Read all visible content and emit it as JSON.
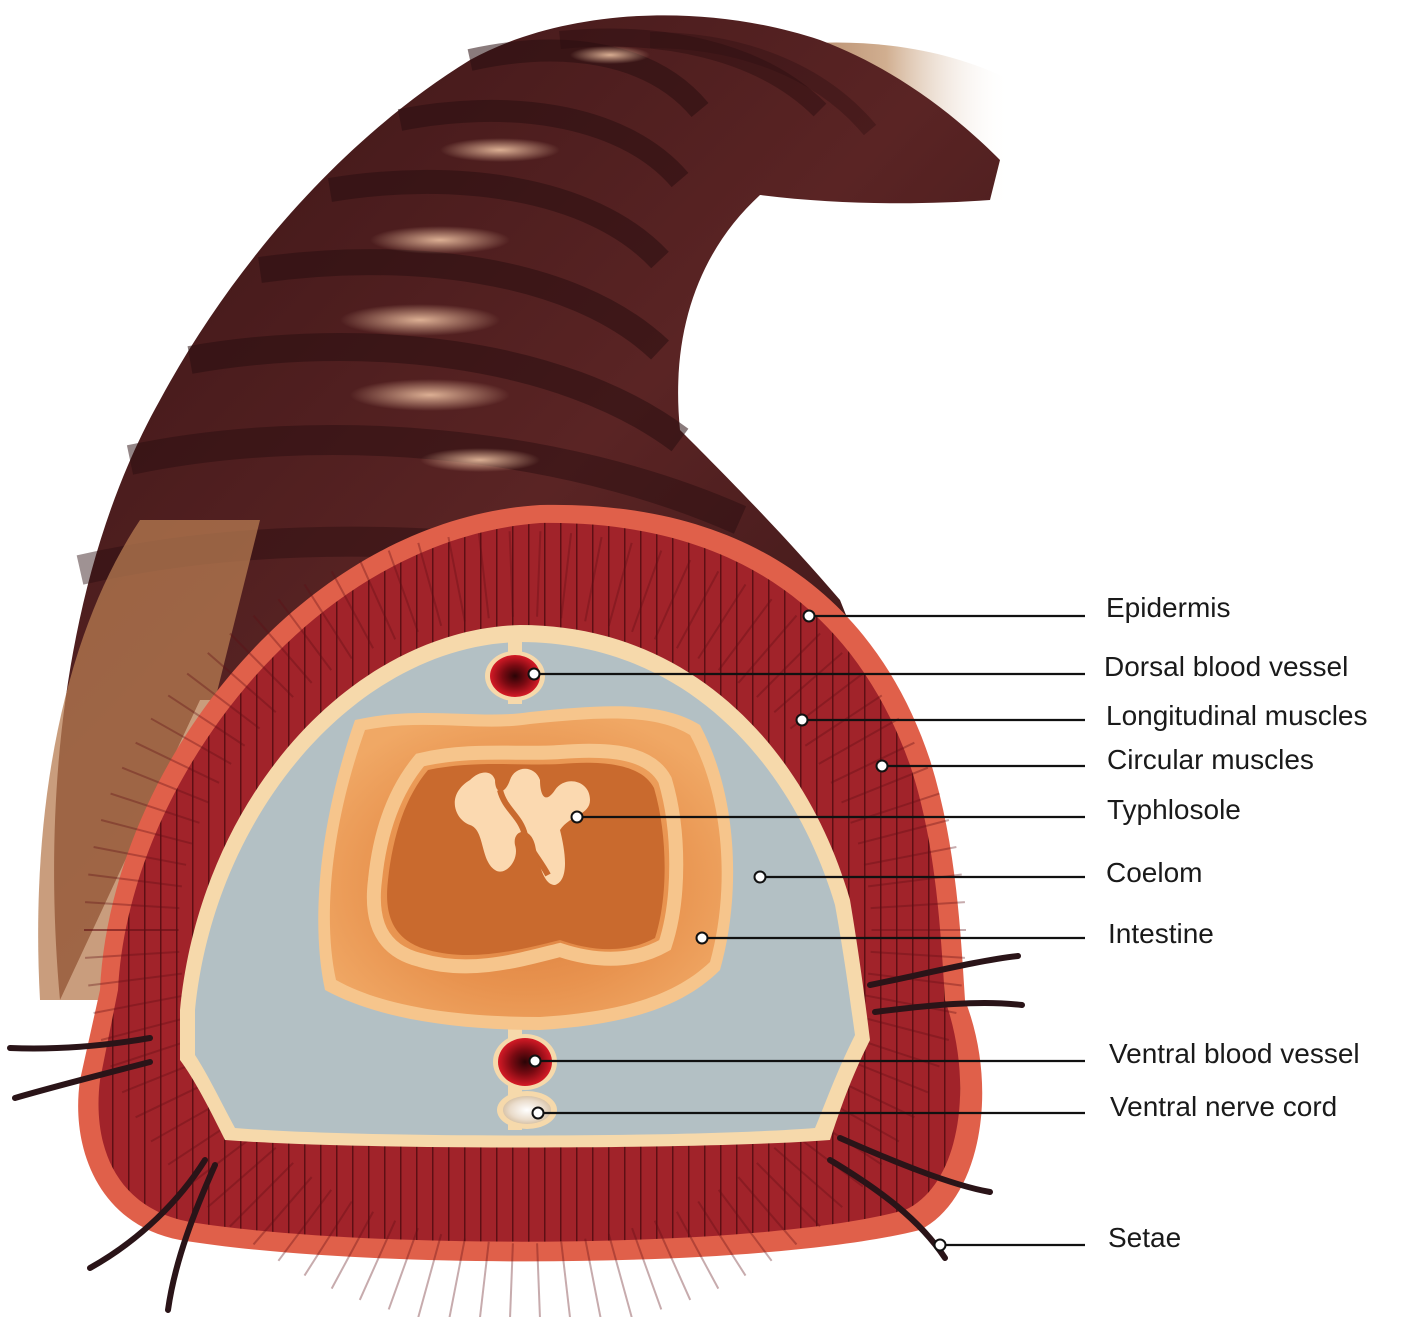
{
  "labels": [
    {
      "id": "epidermis",
      "text": "Epidermis"
    },
    {
      "id": "dorsal-blood-vessel",
      "text": "Dorsal blood vessel"
    },
    {
      "id": "longitudinal-muscles",
      "text": "Longitudinal muscles"
    },
    {
      "id": "circular-muscles",
      "text": "Circular muscles"
    },
    {
      "id": "typhlosole",
      "text": "Typhlosole"
    },
    {
      "id": "coelom",
      "text": "Coelom"
    },
    {
      "id": "intestine",
      "text": "Intestine"
    },
    {
      "id": "ventral-blood-vessel",
      "text": "Ventral blood vessel"
    },
    {
      "id": "ventral-nerve-cord",
      "text": "Ventral nerve cord"
    },
    {
      "id": "setae",
      "text": "Setae"
    }
  ],
  "colors": {
    "body_dark": "#4a1c1c",
    "body_mid": "#7a3a2c",
    "body_light": "#c98a5c",
    "epidermis": "#e0604a",
    "muscle": "#9a1f24",
    "muscle_dark": "#5e0f14",
    "coelom": "#b3c0c4",
    "coelom_rim": "#f6d9ab",
    "intestine_outer": "#e8954f",
    "intestine_inner": "#f4b270",
    "typhlosole": "#fbd9b0",
    "vessel": "#c2121e",
    "nerve": "#f1e6d6",
    "setae": "#2a1418"
  }
}
